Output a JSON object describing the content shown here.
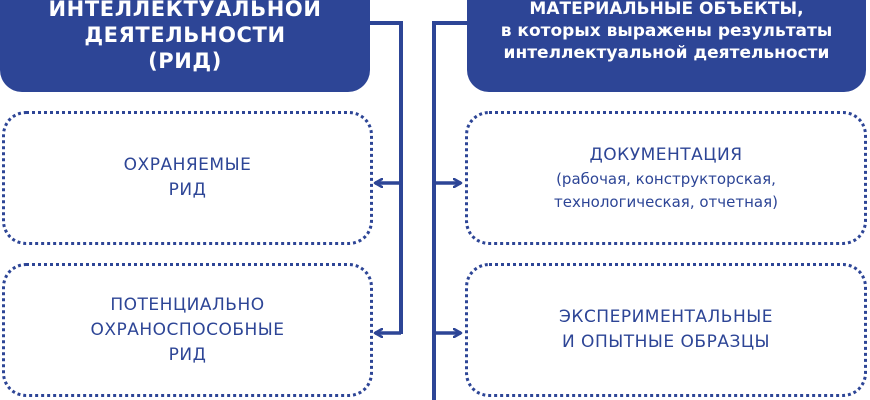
{
  "colors": {
    "primary": "#2d4596",
    "background": "#ffffff",
    "header_text": "#ffffff"
  },
  "left_header": {
    "lines": [
      "ИНТЕЛЛЕКТУАЛЬНОЙ",
      "ДЕЯТЕЛЬНОСТИ",
      "(РИД)"
    ]
  },
  "right_header": {
    "lines": [
      "МАТЕРИАЛЬНЫЕ ОБЪЕКТЫ,",
      "в которых выражены результаты",
      "интеллектуальной деятельности"
    ]
  },
  "left_boxes": [
    {
      "lines": [
        "ОХРАНЯЕМЫЕ",
        "РИД"
      ]
    },
    {
      "lines": [
        "ПОТЕНЦИАЛЬНО",
        "ОХРАНОСПОСОБНЫЕ",
        "РИД"
      ]
    }
  ],
  "right_boxes": [
    {
      "title": "ДОКУМЕНТАЦИЯ",
      "lines": [
        "(рабочая, конструкторская,",
        "технологическая, отчетная)"
      ]
    },
    {
      "lines": [
        "ЭКСПЕРИМЕНТАЛЬНЫЕ",
        "И ОПЫТНЫЕ ОБРАЗЦЫ"
      ]
    }
  ]
}
